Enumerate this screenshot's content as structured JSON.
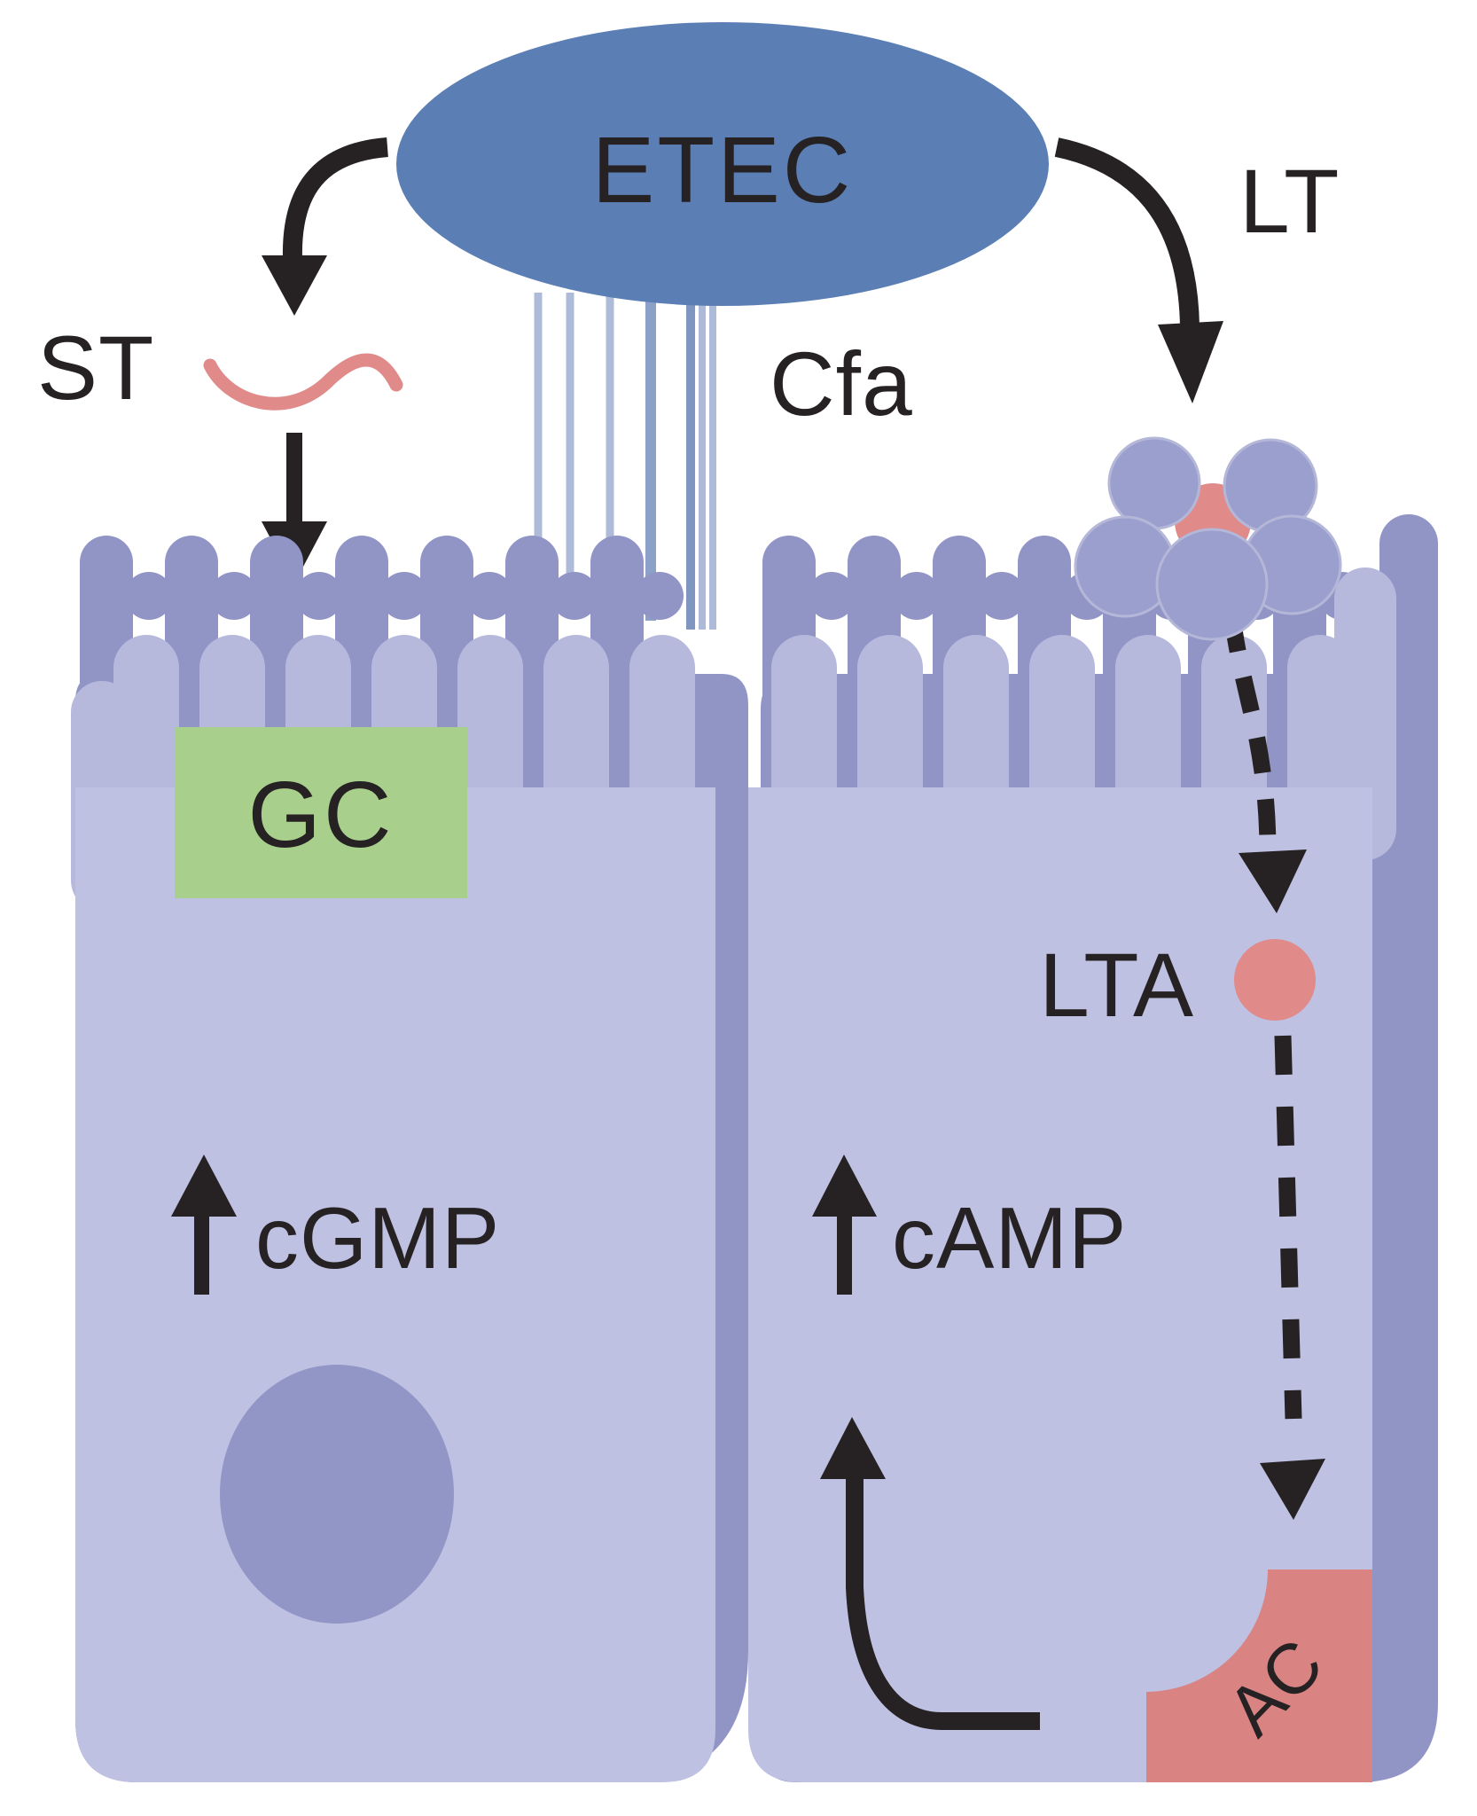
{
  "figure": {
    "type": "biology-pathway-diagram",
    "description": "Enterotoxigenic E. coli (ETEC) toxin signaling in intestinal epithelial cells",
    "labels": {
      "bacterium": "ETEC",
      "heat_stable_toxin": "ST",
      "fimbriae": "Cfa",
      "heat_labile_toxin": "LT",
      "guanylate_cyclase": "GC",
      "cgmp": "cGMP",
      "camp": "cAMP",
      "lt_a_subunit": "LTA",
      "adenylate_cyclase": "AC"
    },
    "colors": {
      "bacterium_fill": "#5b7eb5",
      "cell_body": "#bfc1e2",
      "microvilli_front": "#b6b9dc",
      "cell_dark": "#9195c6",
      "nucleus": "#9296c6",
      "receptor_circle": "#9b9fcd",
      "receptor_stroke": "#b4b7d7",
      "toxin_pink": "#e08a8a",
      "ac_block": "#d98383",
      "gc_green": "#a9cf8c",
      "fimbriae_light": "#aebbd8",
      "fimbriae_medium": "#8ca1c7",
      "fimbriae_dark": "#7e96c0",
      "arrow_black": "#262223"
    }
  }
}
